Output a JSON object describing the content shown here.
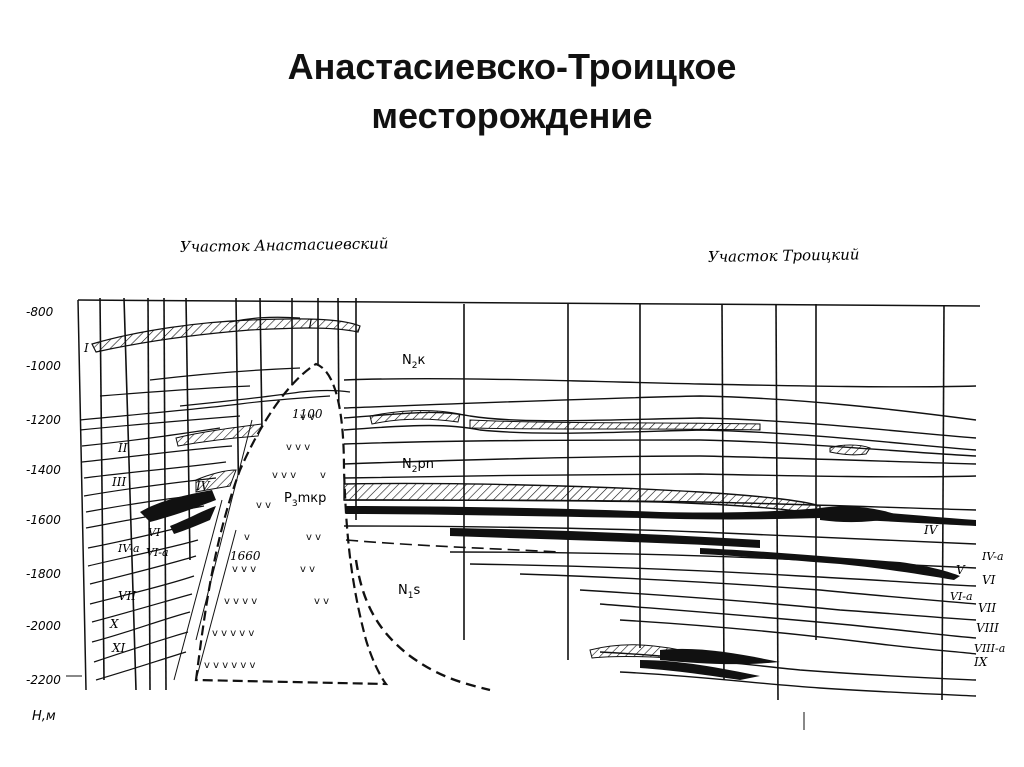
{
  "title": {
    "line1": "Анастасиевско-Троицкое",
    "line2": "месторождение"
  },
  "diagram": {
    "section_left_label": "Участок Анастасиевский",
    "section_right_label": "Участок Троицкий",
    "depth_axis": {
      "label": "Н,м",
      "ticks": [
        "-800",
        "-1000",
        "-1200",
        "-1400",
        "-1600",
        "-1800",
        "-2000",
        "-2200"
      ],
      "range": [
        -800,
        -2200
      ]
    },
    "stratigraphy": {
      "n2k": {
        "main": "N",
        "sub": "2",
        "rest": "к"
      },
      "n2pn": {
        "main": "N",
        "sub": "2",
        "rest": "pn"
      },
      "n1s": {
        "main": "N",
        "sub": "1",
        "rest": "s"
      },
      "p3mkr": {
        "main": "P",
        "sub": "3",
        "rest": "mкр"
      }
    },
    "depth_marks": {
      "top": "1100",
      "flank": "1660"
    },
    "left_layers": [
      "I",
      "II",
      "III",
      "IV",
      "IV-a",
      "VI",
      "VI-a",
      "VII",
      "X",
      "XI"
    ],
    "top_layer_mark": "I",
    "right_layers": [
      "IV",
      "IV-a",
      "V",
      "VI",
      "VI-a",
      "VII",
      "VIII",
      "VIII-a",
      "IX"
    ],
    "colors": {
      "ink": "#111111",
      "background": "#ffffff"
    }
  }
}
